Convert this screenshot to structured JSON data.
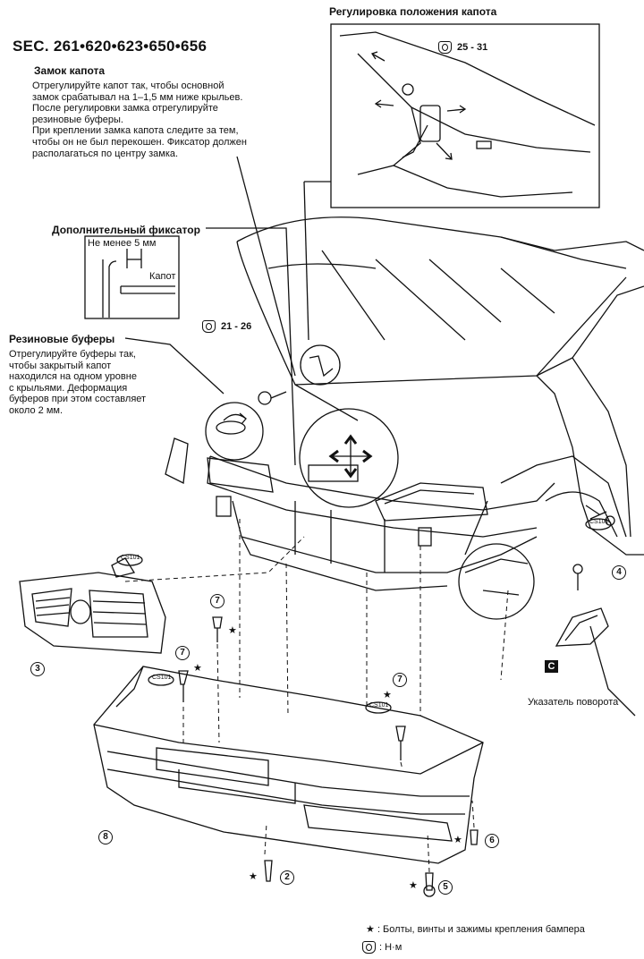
{
  "title": "SEC. 261•620•623•650•656",
  "hood_adjust_label": "Регулировка положения капота",
  "hood_adjust_torque": "25 - 31",
  "hood_lock": {
    "heading": "Замок капота",
    "text": "Отрегулируйте капот так, чтобы основной\nзамок срабатывал на 1–1,5 мм ниже крыльев.\nПосле регулировки замка отрегулируйте\nрезиновые буферы.\nПри креплении замка капота следите за тем,\nчтобы он не был перекошен. Фиксатор должен\nрасполагаться по центру замка."
  },
  "secondary_latch": {
    "heading": "Дополнительный фиксатор",
    "min_label": "Не менее 5 мм",
    "hood_label": "Капот"
  },
  "latch_torque": "21 - 26",
  "rubber_bumpers": {
    "heading": "Резиновые буферы",
    "text": "Отрегулируйте буферы так,\nчтобы закрытый капот\nнаходился на одном уровне\nс крыльями. Деформация\nбуферов при этом составляет\nоколо 2 мм."
  },
  "turn_signal_label": "Указатель поворота",
  "callouts": [
    "7",
    "7",
    "7",
    "3",
    "4",
    "8",
    "2",
    "5",
    "6"
  ],
  "clip_code": "CS101",
  "detail_c": "C",
  "legend": {
    "star_symbol": "★",
    "star_text": ": Болты, винты и зажимы крепления бампера",
    "torque_text": ": Н·м"
  }
}
